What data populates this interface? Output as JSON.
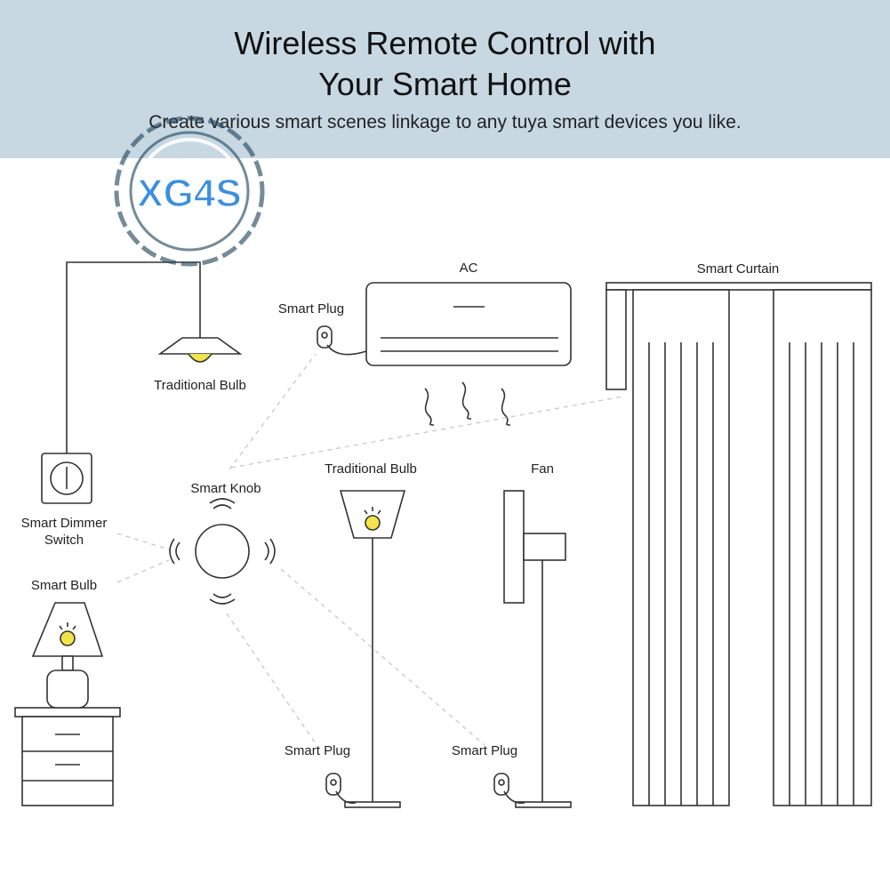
{
  "header": {
    "title_line1": "Wireless Remote Control with",
    "title_line2": "Your Smart Home",
    "subtitle": "Create various smart scenes linkage to any tuya smart devices you like."
  },
  "watermark": {
    "text": "XG4S",
    "color": "#3b8fe0"
  },
  "labels": {
    "ac": "AC",
    "smart_curtain": "Smart Curtain",
    "smart_plug_ac": "Smart Plug",
    "traditional_bulb_top": "Traditional Bulb",
    "smart_knob": "Smart Knob",
    "traditional_bulb_floor": "Traditional Bulb",
    "fan": "Fan",
    "smart_dimmer_line1": "Smart Dimmer",
    "smart_dimmer_line2": "Switch",
    "smart_bulb": "Smart Bulb",
    "smart_plug_lamp": "Smart Plug",
    "smart_plug_fan": "Smart Plug"
  },
  "colors": {
    "header_bg": "#c7d8e3",
    "bulb_yellow": "#f2e44a",
    "line": "#333333"
  }
}
